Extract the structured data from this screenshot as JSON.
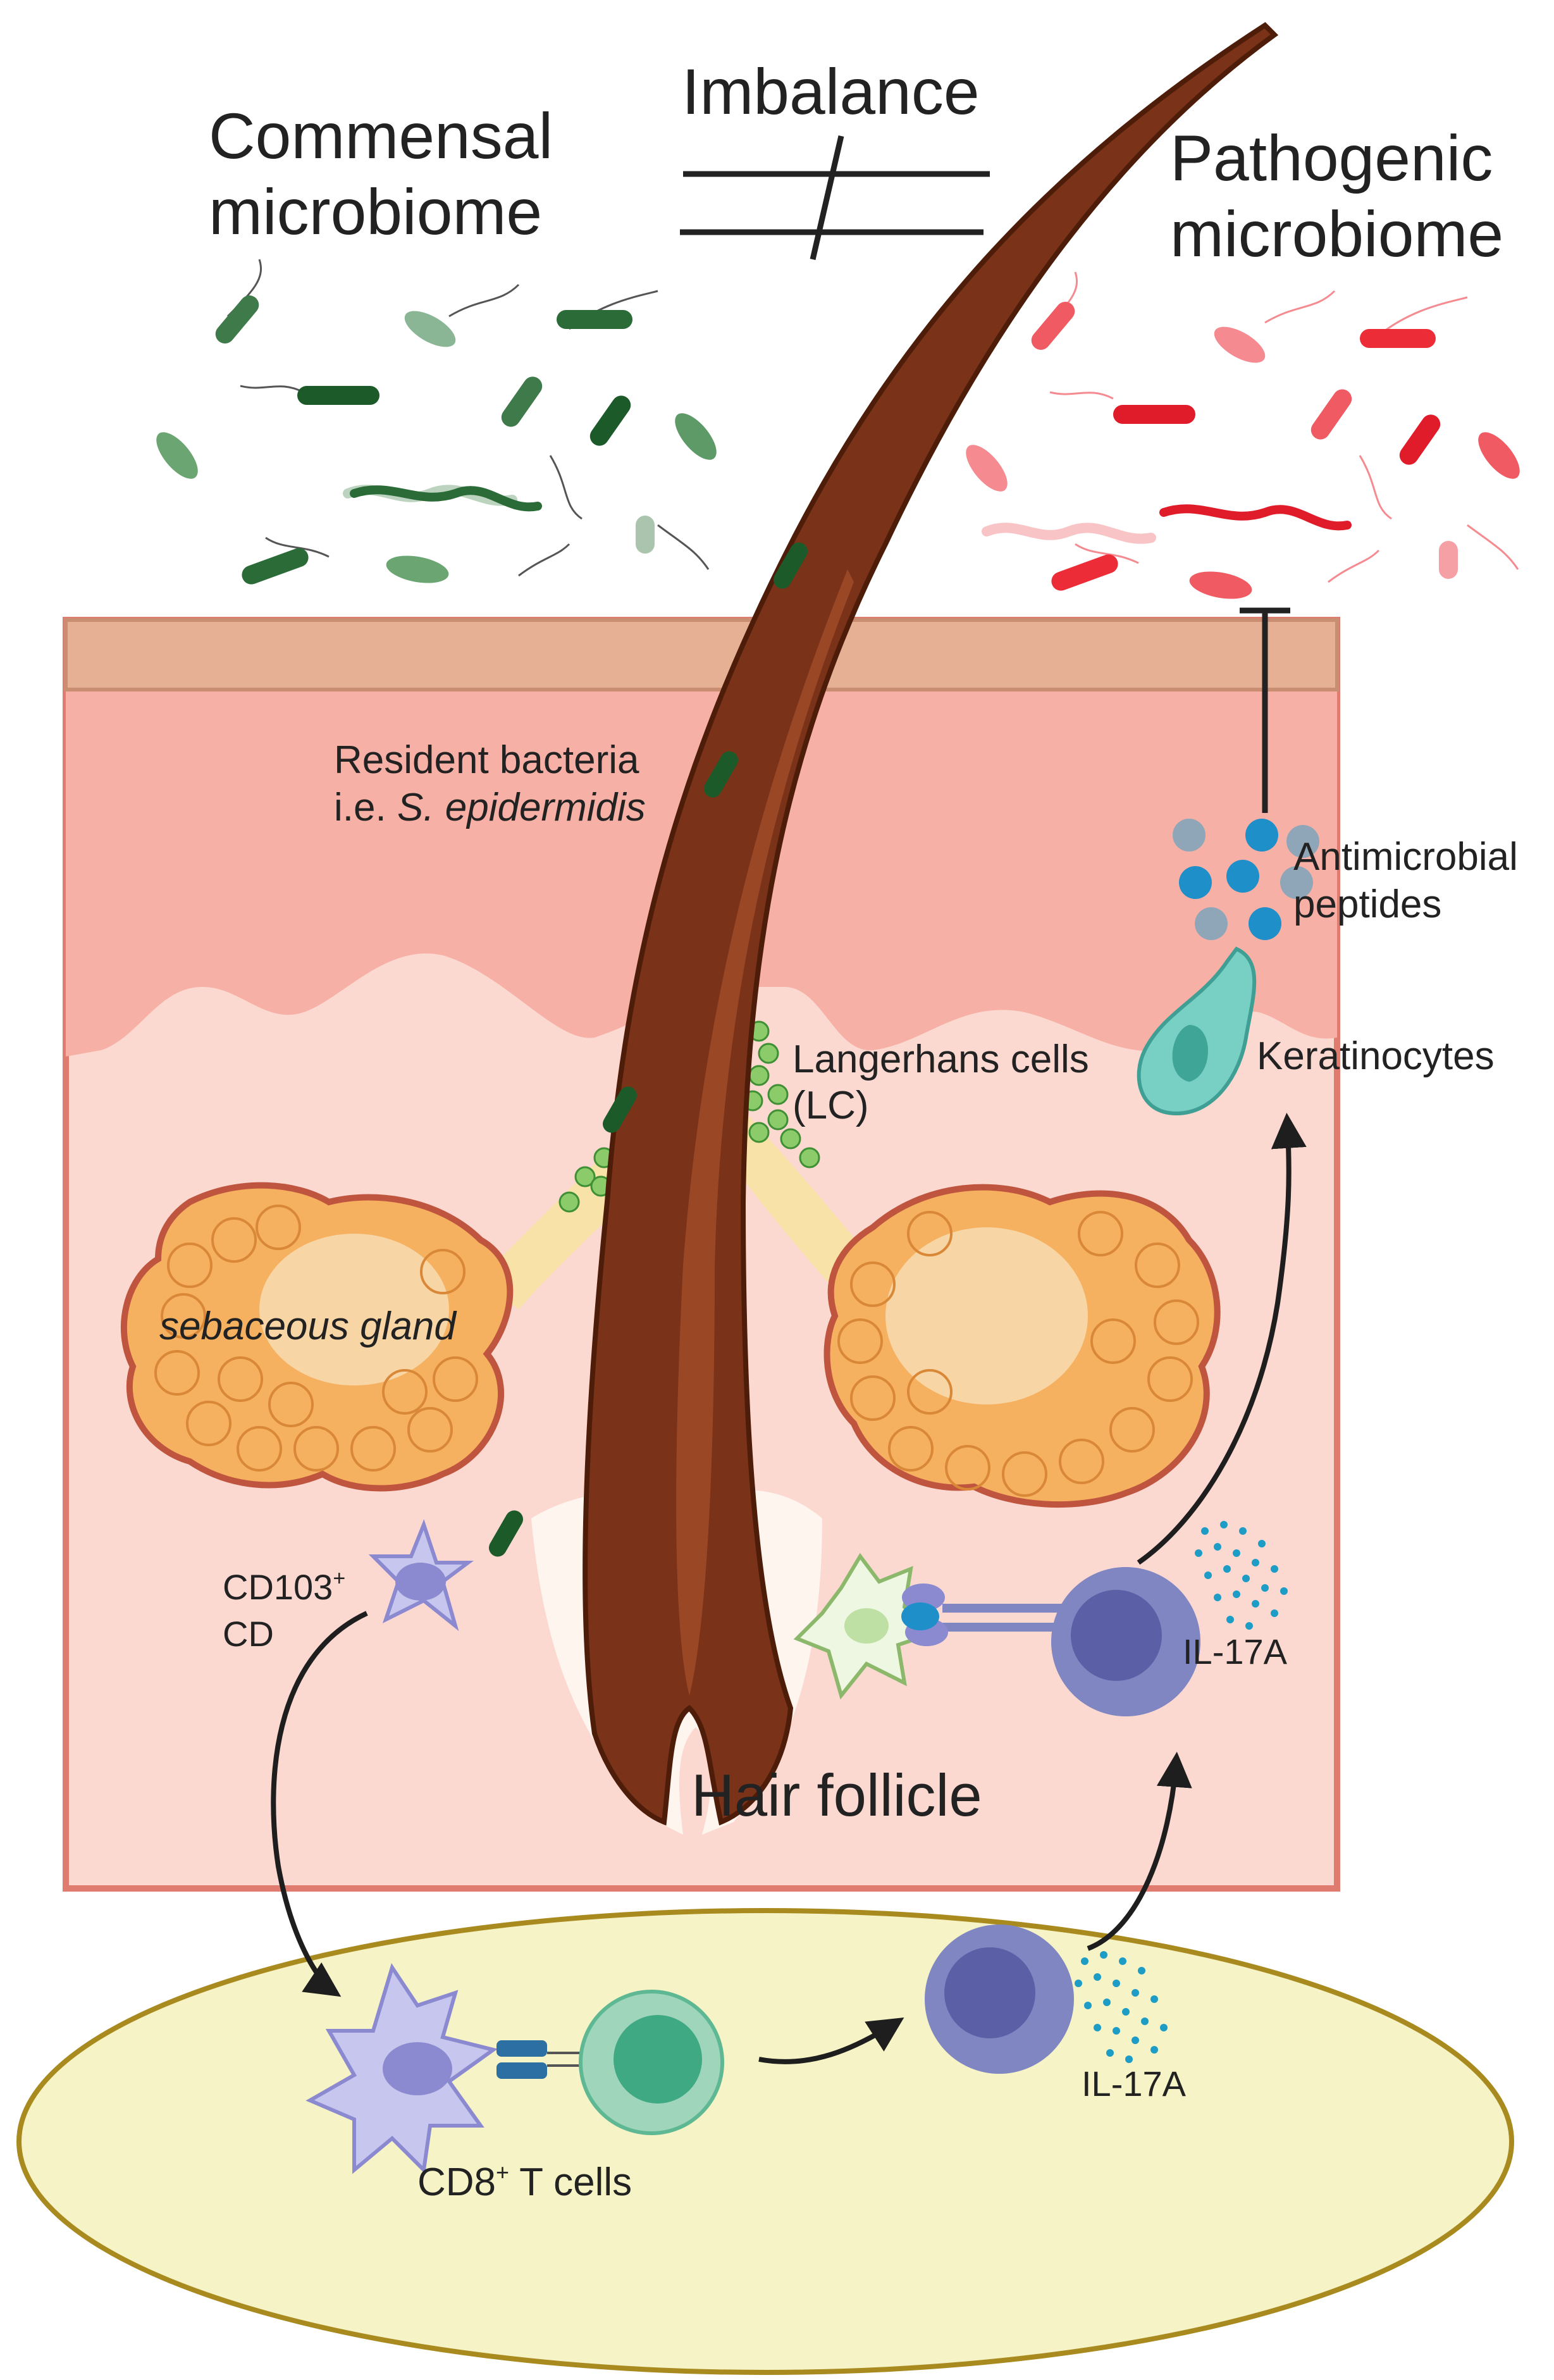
{
  "labels": {
    "commensal_line1": "Commensal",
    "commensal_line2": "microbiome",
    "imbalance": "Imbalance",
    "pathogenic_line1": "Pathogenic",
    "pathogenic_line2": "microbiome",
    "resident_line1": "Resident bacteria",
    "resident_line2_prefix": "i.e. ",
    "resident_line2_species": "S. epidermidis",
    "amp_line1": "Antimicrobial",
    "amp_line2": "peptides",
    "langerhans_line1": "Langerhans cells",
    "langerhans_line2": "(LC)",
    "keratinocytes": "Keratinocytes",
    "sebaceous_gland": "sebaceous gland",
    "cd103_line1": "CD103",
    "cd103_sup": "+",
    "cd103_line2": "CD",
    "il17a_skin": "IL-17A",
    "hair_follicle": "Hair follicle",
    "il17a_node": "IL-17A",
    "cd8_prefix": "CD8",
    "cd8_sup": "+",
    "cd8_suffix": " T cells"
  },
  "colors": {
    "commensal_bacteria": "#3f7a4a",
    "pathogenic_bacteria": "#f0283a",
    "epidermis": "#f7b0a5",
    "dermis": "#fbd9d1",
    "stratum_corneum": "#e5b093",
    "hair": "#7a3318",
    "sebaceous_gland": "#f5b060",
    "lymph_node": "#f6f3c6",
    "t_cell_green": "#4fb28b",
    "t_cell_purple": "#7f86c2",
    "keratinocyte": "#78cfc4",
    "amp_blue": "#1f8fc9"
  }
}
